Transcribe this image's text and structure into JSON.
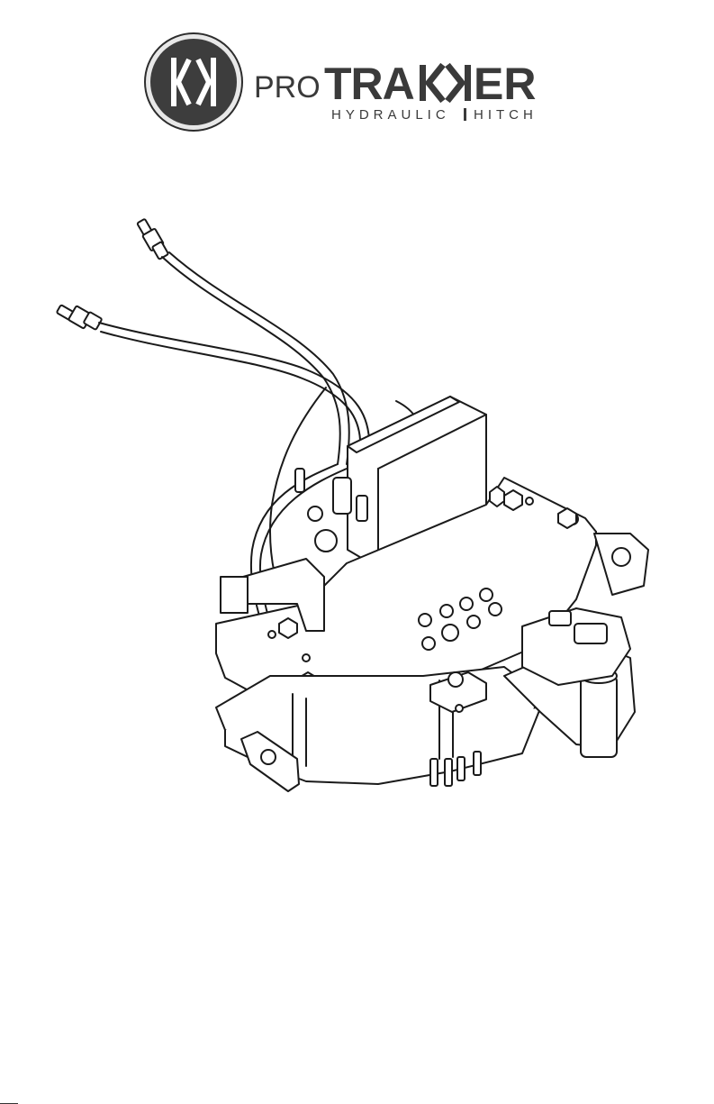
{
  "logo": {
    "brand_prefix": "PRO",
    "brand_main": "TRA",
    "brand_suffix": "ER",
    "tagline_left": "HYDRAULIC",
    "tagline_right": "HITCH",
    "colors": {
      "emblem": "#3d3d3d",
      "text": "#3a3a3a"
    }
  },
  "illustration": {
    "subject": "hydraulic-hitch-assembly"
  }
}
